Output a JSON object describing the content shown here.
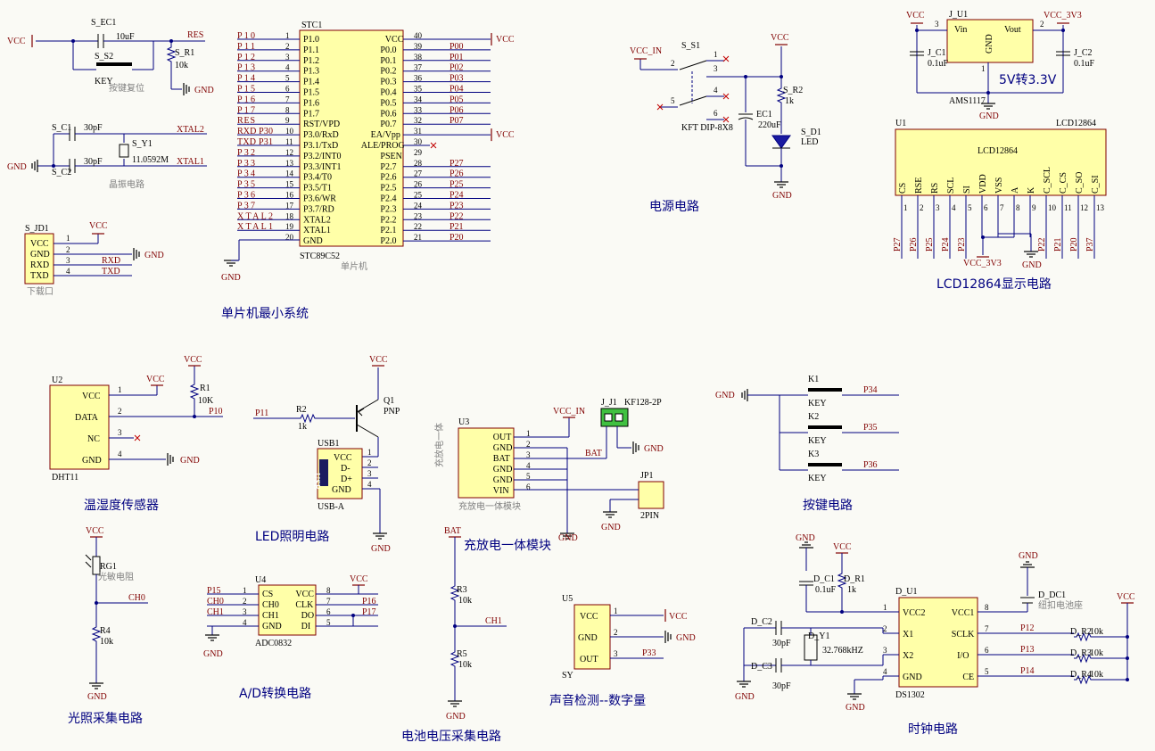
{
  "captions": {
    "mcu": "单片机最小系统",
    "power": "电源电路",
    "lcd": "LCD12864显示电路",
    "dht": "温湿度传感器",
    "led_light": "LED照明电路",
    "charge": "充放电一体模块",
    "keys": "按键电路",
    "light": "光照采集电路",
    "adc": "A/D转换电路",
    "battery": "电池电压采集电路",
    "sound": "声音检测--数字量",
    "clock": "时钟电路"
  },
  "sublabels": {
    "reset": "按键复位",
    "crystal": "晶振电路",
    "download": "下载口",
    "mcu": "单片机",
    "ldr": "光敏电阻",
    "charger": "充放电一体模块",
    "coin": "纽扣电池座",
    "regulator": "5V转3.3V"
  },
  "reset": {
    "ref_cap": "S_EC1",
    "cap_val": "10uF",
    "ref_key": "S_S2",
    "key": "KEY",
    "ref_r": "S_R1",
    "r_val": "10k",
    "net_res": "RES",
    "vcc": "VCC",
    "gnd": "GND"
  },
  "crystal": {
    "c1": "S_C1",
    "c2": "S_C2",
    "cval": "30pF",
    "y": "S_Y1",
    "freq": "11.0592M",
    "x1": "XTAL1",
    "x2": "XTAL2",
    "gnd": "GND"
  },
  "download": {
    "ref": "S_JD1",
    "pins": [
      "VCC",
      "GND",
      "RXD",
      "TXD"
    ],
    "nums": [
      "1",
      "2",
      "3",
      "4"
    ],
    "nets": [
      "RXD",
      "TXD"
    ],
    "vcc": "VCC",
    "gnd": "GND"
  },
  "mcu": {
    "ref": "STC1",
    "part": "STC89C52",
    "left": [
      {
        "num": "1",
        "name": "P1.0",
        "net": "P10"
      },
      {
        "num": "2",
        "name": "P1.1",
        "net": "P11"
      },
      {
        "num": "3",
        "name": "P1.2",
        "net": "P12"
      },
      {
        "num": "4",
        "name": "P1.3",
        "net": "P13"
      },
      {
        "num": "5",
        "name": "P1.4",
        "net": "P14"
      },
      {
        "num": "6",
        "name": "P1.5",
        "net": "P15"
      },
      {
        "num": "7",
        "name": "P1.6",
        "net": "P16"
      },
      {
        "num": "8",
        "name": "P1.7",
        "net": "P17"
      },
      {
        "num": "9",
        "name": "RST/VPD",
        "net": "RES"
      },
      {
        "num": "10",
        "name": "P3.0/RxD",
        "net": "RXD P30"
      },
      {
        "num": "11",
        "name": "P3.1/TxD",
        "net": "TXD P31"
      },
      {
        "num": "12",
        "name": "P3.2/INT0",
        "net": "P32"
      },
      {
        "num": "13",
        "name": "P3.3/INT1",
        "net": "P33"
      },
      {
        "num": "14",
        "name": "P3.4/T0",
        "net": "P34"
      },
      {
        "num": "15",
        "name": "P3.5/T1",
        "net": "P35"
      },
      {
        "num": "16",
        "name": "P3.6/WR",
        "net": "P36"
      },
      {
        "num": "17",
        "name": "P3.7/RD",
        "net": "P37"
      },
      {
        "num": "18",
        "name": "XTAL2",
        "net": "XTAL2"
      },
      {
        "num": "19",
        "name": "XTAL1",
        "net": "XTAL1"
      },
      {
        "num": "20",
        "name": "GND",
        "net": ""
      }
    ],
    "right": [
      {
        "num": "40",
        "name": "VCC",
        "net": "VCC"
      },
      {
        "num": "39",
        "name": "P0.0",
        "net": "P00"
      },
      {
        "num": "38",
        "name": "P0.1",
        "net": "P01"
      },
      {
        "num": "37",
        "name": "P0.2",
        "net": "P02"
      },
      {
        "num": "36",
        "name": "P0.3",
        "net": "P03"
      },
      {
        "num": "35",
        "name": "P0.4",
        "net": "P04"
      },
      {
        "num": "34",
        "name": "P0.5",
        "net": "P05"
      },
      {
        "num": "33",
        "name": "P0.6",
        "net": "P06"
      },
      {
        "num": "32",
        "name": "P0.7",
        "net": "P07"
      },
      {
        "num": "31",
        "name": "EA/Vpp",
        "net": "VCC"
      },
      {
        "num": "30",
        "name": "ALE/PROG",
        "net": ""
      },
      {
        "num": "29",
        "name": "PSEN",
        "net": ""
      },
      {
        "num": "28",
        "name": "P2.7",
        "net": "P27"
      },
      {
        "num": "27",
        "name": "P2.6",
        "net": "P26"
      },
      {
        "num": "26",
        "name": "P2.5",
        "net": "P25"
      },
      {
        "num": "25",
        "name": "P2.4",
        "net": "P24"
      },
      {
        "num": "24",
        "name": "P2.3",
        "net": "P23"
      },
      {
        "num": "23",
        "name": "P2.2",
        "net": "P22"
      },
      {
        "num": "22",
        "name": "P2.1",
        "net": "P21"
      },
      {
        "num": "21",
        "name": "P2.0",
        "net": "P20"
      }
    ],
    "gnd": "GND"
  },
  "power": {
    "vin": "VCC_IN",
    "sw": "S_S1",
    "sw_part": "KFT DIP-8X8",
    "r": "S_R2",
    "r_val": "1k",
    "ec": "EC1",
    "ec_val": "220uF",
    "d": "S_D1",
    "d_part": "LED",
    "vcc": "VCC",
    "gnd": "GND",
    "pins": [
      "1",
      "2",
      "3",
      "4",
      "5",
      "6"
    ]
  },
  "regulator": {
    "ref": "J_U1",
    "part": "AMS1117",
    "vin": "Vin",
    "vout": "Vout",
    "gnd_pin": "GND",
    "c1": "J_C1",
    "c2": "J_C2",
    "cval": "0.1uF",
    "vcc": "VCC",
    "v33": "VCC_3V3",
    "gnd": "GND",
    "pins": [
      "3",
      "2",
      "1"
    ]
  },
  "lcd": {
    "ref": "U1",
    "part": "LCD12864",
    "title": "LCD12864",
    "pins": [
      "CS",
      "RSE",
      "RS",
      "SCL",
      "SI",
      "VDD",
      "VSS",
      "A",
      "K",
      "C_SCL",
      "C_CS",
      "C_SO",
      "C_SI"
    ],
    "nums": [
      "1",
      "2",
      "3",
      "4",
      "5",
      "6",
      "7",
      "8",
      "9",
      "10",
      "11",
      "12",
      "13"
    ],
    "nets": [
      "P27",
      "P26",
      "P25",
      "P24",
      "P23",
      "",
      "",
      "",
      "",
      "P22",
      "P21",
      "P20",
      "P37"
    ],
    "v33": "VCC_3V3",
    "gnd": "GND"
  },
  "dht": {
    "ref": "U2",
    "part": "DHT11",
    "pins": [
      "VCC",
      "DATA",
      "NC",
      "GND"
    ],
    "nums": [
      "1",
      "2",
      "3",
      "4"
    ],
    "r": "R1",
    "r_val": "10K",
    "net": "P10",
    "vcc": "VCC",
    "gnd": "GND"
  },
  "led_light": {
    "q": "Q1",
    "q_type": "PNP",
    "r": "R2",
    "r_val": "1k",
    "net": "P11",
    "usb": "USB1",
    "usb_part": "USB-A",
    "usb_pins": [
      "VCC",
      "D-",
      "D+",
      "GND"
    ],
    "nums": [
      "1",
      "2",
      "3",
      "4"
    ],
    "usb_mark": "USB",
    "vcc": "VCC",
    "gnd": "GND"
  },
  "charge": {
    "ref": "U3",
    "pins": [
      "OUT",
      "GND",
      "BAT",
      "GND",
      "GND",
      "VIN"
    ],
    "nums": [
      "1",
      "2",
      "3",
      "4",
      "5",
      "6"
    ],
    "mod_text": "充放电一体",
    "vin": "VCC_IN",
    "bat": "BAT",
    "j": "J_J1",
    "j_part": "KF128-2P",
    "jp": "JP1",
    "jp_part": "2PIN",
    "gnd": "GND"
  },
  "keys": {
    "refs": [
      "K1",
      "K2",
      "K3"
    ],
    "part": "KEY",
    "nets": [
      "P34",
      "P35",
      "P36"
    ],
    "gnd": "GND"
  },
  "light": {
    "vcc": "VCC",
    "rg": "RG1",
    "r": "R4",
    "r_val": "10k",
    "net": "CH0",
    "gnd": "GND"
  },
  "adc": {
    "ref": "U4",
    "part": "ADC0832",
    "left": [
      "CS",
      "CH0",
      "CH1",
      "GND"
    ],
    "right": [
      "VCC",
      "CLK",
      "DO",
      "DI"
    ],
    "lnums": [
      "1",
      "2",
      "3",
      "4"
    ],
    "rnums": [
      "8",
      "7",
      "6",
      "5"
    ],
    "lnets": [
      "P15",
      "CH0",
      "CH1",
      ""
    ],
    "rnets": [
      "VCC",
      "P16",
      "P17",
      ""
    ],
    "gnd": "GND"
  },
  "battery": {
    "bat": "BAT",
    "r3": "R3",
    "r5": "R5",
    "r_val": "10k",
    "net": "CH1",
    "gnd": "GND"
  },
  "sound": {
    "ref": "U5",
    "part": "SY",
    "pins": [
      "VCC",
      "GND",
      "OUT"
    ],
    "nums": [
      "1",
      "2",
      "3"
    ],
    "net": "P33",
    "vcc": "VCC",
    "gnd": "GND"
  },
  "clock": {
    "ref": "D_U1",
    "part": "DS1302",
    "left": [
      "VCC2",
      "X1",
      "X2",
      "GND"
    ],
    "right": [
      "VCC1",
      "SCLK",
      "I/O",
      "CE"
    ],
    "lnums": [
      "1",
      "2",
      "3",
      "4"
    ],
    "rnums": [
      "8",
      "7",
      "6",
      "5"
    ],
    "nets": [
      "P12",
      "P13",
      "P14"
    ],
    "rs": [
      "D_R2",
      "D_R3",
      "D_R4"
    ],
    "r_val": "10k",
    "c1": "D_C1",
    "c1_val": "0.1uF",
    "r1": "D_R1",
    "r1_val": "1k",
    "c2": "D_C2",
    "c3": "D_C3",
    "c_val": "30pF",
    "y": "D_Y1",
    "freq": "32.768kHZ",
    "dc": "D_DC1",
    "vcc": "VCC",
    "gnd": "GND"
  }
}
